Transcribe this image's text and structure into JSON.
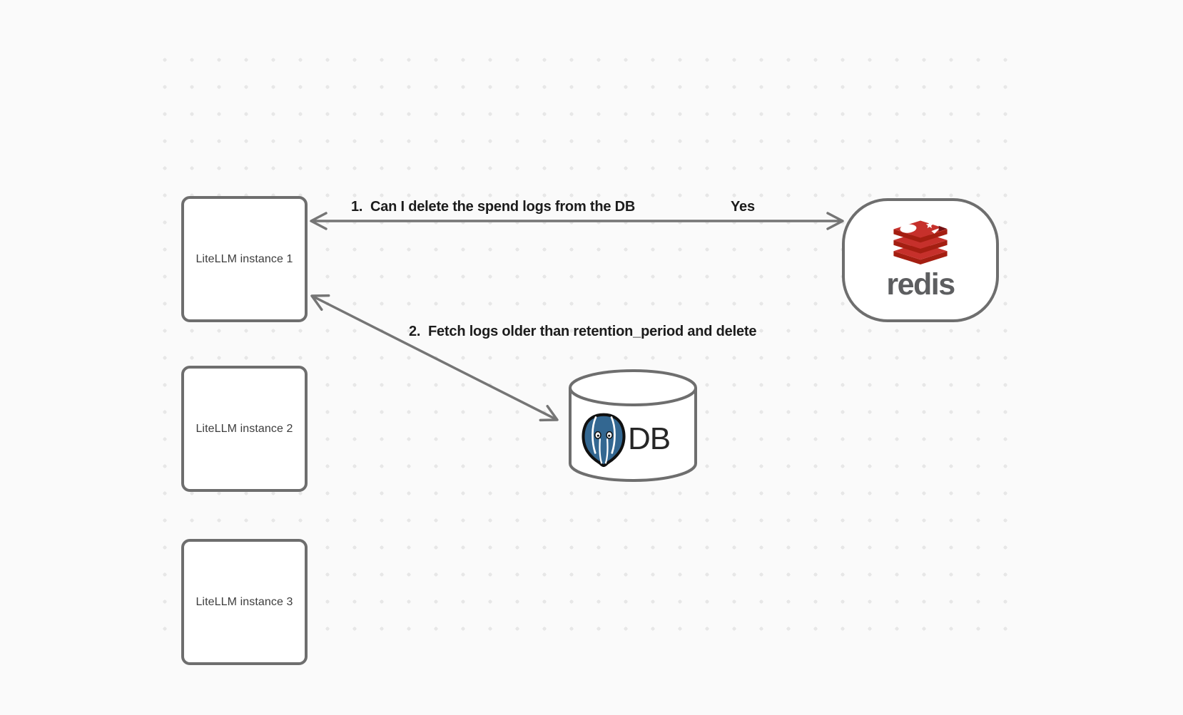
{
  "diagram": {
    "nodes": {
      "instance1": "LiteLLM instance 1",
      "instance2": "LiteLLM instance 2",
      "instance3": "LiteLLM instance 3"
    },
    "redis": {
      "wordmark": "redis"
    },
    "db": {
      "label": "DB"
    },
    "annotations": {
      "step1": "1.  Can I delete the spend logs from the DB",
      "step1_answer": "Yes",
      "step2": "2.  Fetch logs older than retention_period and delete"
    },
    "colors": {
      "canvas_bg": "#fafafa",
      "dot": "#e7e7e7",
      "node_border": "#6e6e6e",
      "arrow": "#757575",
      "label_text": "#1c1c1c",
      "node_text": "#3d3d3d",
      "redis_red": "#c6302b",
      "redis_red_dark": "#a41e11",
      "redis_red_darkest": "#741113",
      "redis_wordmark": "#5d5e60",
      "postgres_blue": "#336791",
      "db_text": "#262626"
    }
  }
}
